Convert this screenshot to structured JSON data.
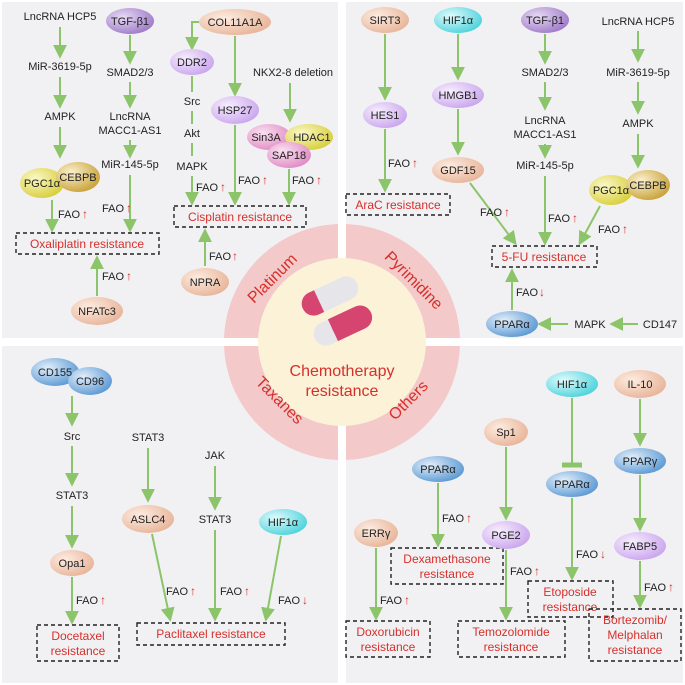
{
  "center": {
    "line1": "Chemotherapy",
    "line2": "resistance"
  },
  "sectors": {
    "platinum": "Platinum",
    "pyrimidine": "Pyrimidine",
    "taxanes": "Taxanes",
    "others": "Others"
  },
  "fao": "FAO",
  "up": "↑",
  "down": "↓",
  "nodes": {
    "lnc_hcp5_a": "LncRNA HCP5",
    "mir3619_a": "MiR-3619-5p",
    "ampk_a": "AMPK",
    "pgc1a_a": "PGC1α",
    "cebpb_a": "CEBPB",
    "tgfb1_a": "TGF-β1",
    "smad_a": "SMAD2/3",
    "lnc_macc1_a1": "LncRNA",
    "lnc_macc1_a2": "MACC1-AS1",
    "mir145_a": "MiR-145-5p",
    "nfatc3": "NFATc3",
    "col11a1a": "COL11A1A",
    "ddr2": "DDR2",
    "src_a": "Src",
    "akt": "Akt",
    "mapk_a": "MAPK",
    "hsp27": "HSP27",
    "nkx": "NKX2-8 deletion",
    "sin3a": "Sin3A",
    "hdac1": "HDAC1",
    "sap18": "SAP18",
    "npra": "NPRA",
    "sirt3": "SIRT3",
    "hes1": "HES1",
    "hif1a_b": "HIF1α",
    "hmgb1": "HMGB1",
    "gdf15": "GDF15",
    "tgfb1_b": "TGF-β1",
    "smad_b": "SMAD2/3",
    "lnc_macc1_b1": "LncRNA",
    "lnc_macc1_b2": "MACC1-AS1",
    "mir145_b": "MiR-145-5p",
    "lnc_hcp5_b": "LncRNA HCP5",
    "mir3619_b": "MiR-3619-5p",
    "ampk_b": "AMPK",
    "pgc1a_b": "PGC1α",
    "cebpb_b": "CEBPB",
    "ppara_a": "PPARα",
    "mapk_b": "MAPK",
    "cd147": "CD147",
    "cd155": "CD155",
    "cd96": "CD96",
    "src_c": "Src",
    "stat3_c": "STAT3",
    "opa1": "Opa1",
    "stat3_d": "STAT3",
    "aslc4": "ASLC4",
    "jak": "JAK",
    "stat3_e": "STAT3",
    "hif1a_c": "HIF1α",
    "ppara_b": "PPARα",
    "errg": "ERRγ",
    "sp1": "Sp1",
    "pge2": "PGE2",
    "hif1a_d": "HIF1α",
    "ppara_c": "PPARα",
    "il10": "IL-10",
    "pparg": "PPARγ",
    "fabp5": "FABP5"
  },
  "outcomes": {
    "oxaliplatin": "Oxaliplatin resistance",
    "cisplatin": "Cisplatin resistance",
    "arac": "AraC resistance",
    "fu": "5-FU resistance",
    "docetaxel_1": "Docetaxel",
    "docetaxel_2": "resistance",
    "paclitaxel": "Paclitaxel resistance",
    "dexa_1": "Dexamethasone",
    "dexa_2": "resistance",
    "doxo_1": "Doxorubicin",
    "doxo_2": "resistance",
    "temo_1": "Temozolomide",
    "temo_2": "resistance",
    "etop_1": "Etoposide",
    "etop_2": "resistance",
    "bort_1": "Bortezomib/",
    "bort_2": "Melphalan",
    "bort_3": "resistance"
  },
  "colors": {
    "panel_bg": "#f1f1f3",
    "edge": "#8cc46a",
    "result_text": "#d6302b",
    "ring": "#f4c9c9",
    "center_fill": "#fbf2d8",
    "purple": "#b99ad6",
    "peach": "#f6cdb5",
    "yellow": "#e9e27a",
    "cyan": "#7fe0e6",
    "pink": "#f0b2d8",
    "blue": "#7fb3de"
  }
}
